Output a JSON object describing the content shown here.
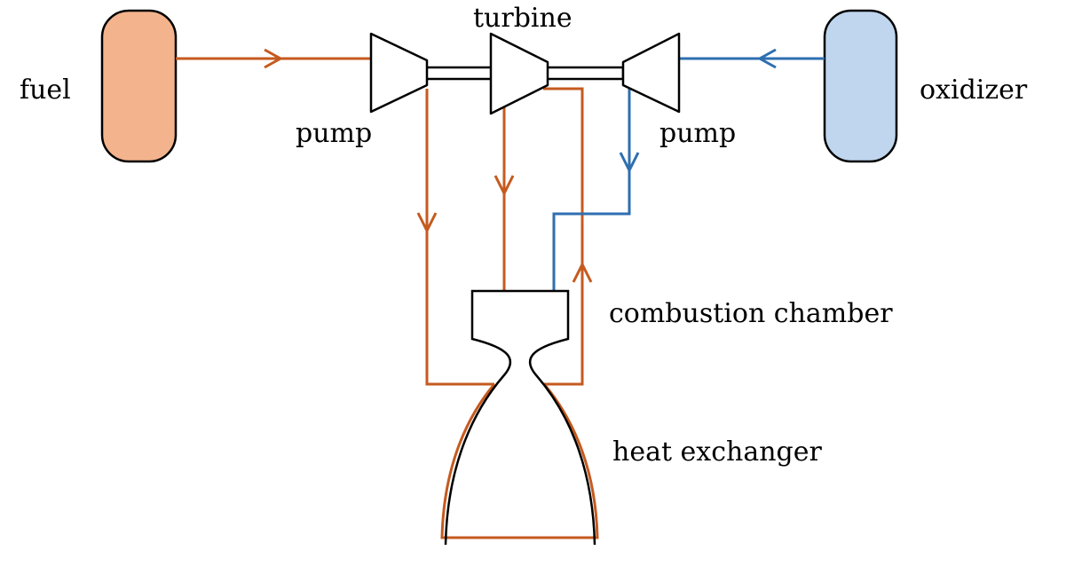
{
  "labels": {
    "fuel": "fuel",
    "oxidizer": "oxidizer",
    "turbine": "turbine",
    "pump_left": "pump",
    "pump_right": "pump",
    "combustion_chamber": "combustion chamber",
    "heat_exchanger": "heat exchanger"
  },
  "colors": {
    "fuel_line": "#c55a1f",
    "fuel_tank_fill": "#f3b38c",
    "oxidizer_line": "#2e6fb0",
    "oxidizer_tank_fill": "#bfd6ee"
  }
}
